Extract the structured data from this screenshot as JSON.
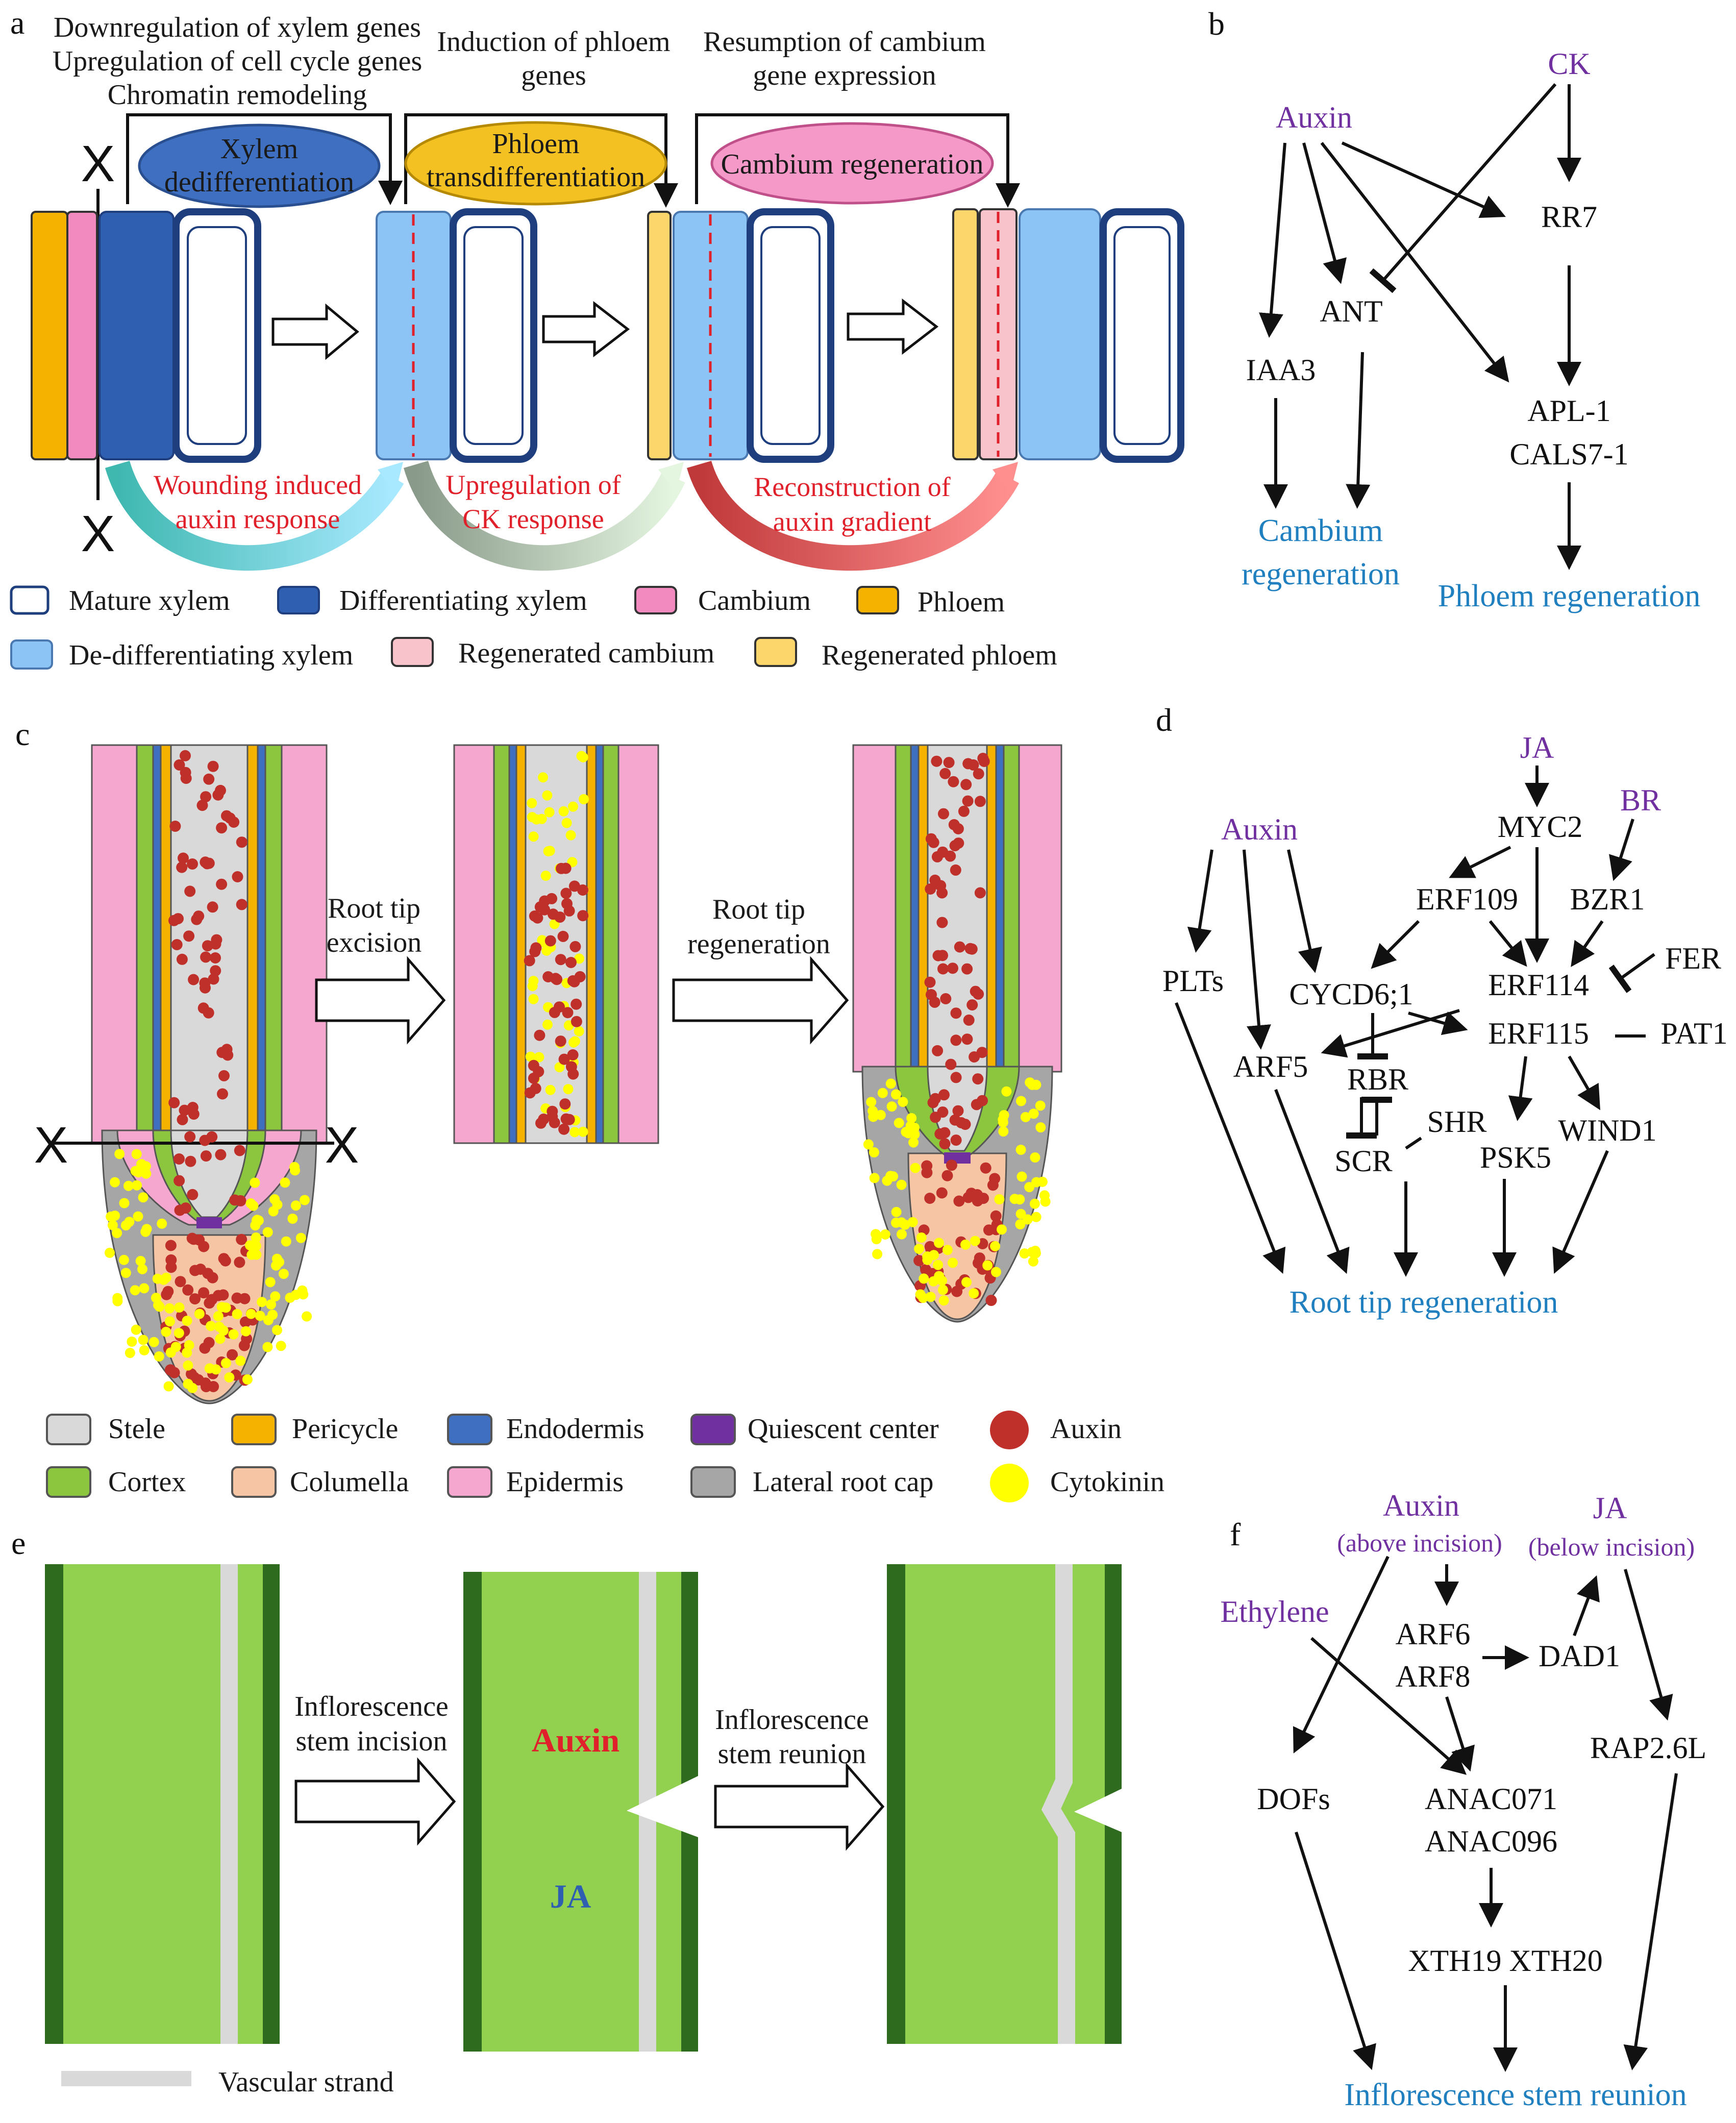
{
  "panels": {
    "a": "a",
    "b": "b",
    "c": "c",
    "d": "d",
    "e": "e",
    "f": "f"
  },
  "panel_a": {
    "cut_marks": [
      "X",
      "X"
    ],
    "header_left": [
      "Downregulation of xylem genes",
      "Upregulation of cell cycle genes",
      "Chromatin remodeling"
    ],
    "header_mid": [
      "Induction of phloem",
      "genes"
    ],
    "header_right": [
      "Resumption of cambium",
      "gene expression"
    ],
    "ellipses": {
      "xylem": {
        "lines": [
          "Xylem",
          "dedifferentiation"
        ],
        "color": "#3e6fc0"
      },
      "phloem": {
        "lines": [
          "Phloem",
          "transdifferentiation"
        ],
        "color": "#f3c222"
      },
      "cambium": {
        "lines": [
          "Cambium regeneration"
        ],
        "color": "#f59ac8"
      }
    },
    "curves": {
      "left": [
        "Wounding induced",
        "auxin response"
      ],
      "mid": [
        "Upregulation of",
        "CK response"
      ],
      "right": [
        "Reconstruction of",
        "auxin gradient"
      ]
    },
    "legend": [
      {
        "label": "Mature xylem",
        "color": "#ffffff"
      },
      {
        "label": "Differentiating xylem",
        "color": "#2f5fb0"
      },
      {
        "label": "Cambium",
        "color": "#f28ac0"
      },
      {
        "label": "Phloem",
        "color": "#f5b300"
      },
      {
        "label": "De-differentiating xylem",
        "color": "#8cc4f5"
      },
      {
        "label": "Regenerated cambium",
        "color": "#f9c3cc"
      },
      {
        "label": "Regenerated phloem",
        "color": "#fcd66a"
      }
    ]
  },
  "panel_b": {
    "auxin": "Auxin",
    "ck": "CK",
    "rr7": "RR7",
    "ant": "ANT",
    "iaa3": "IAA3",
    "apl": "APL-1",
    "cals": "CALS7-1",
    "cambium_reg": [
      "Cambium",
      "regeneration"
    ],
    "phloem_reg": "Phloem regeneration"
  },
  "panel_c": {
    "cut_marks": [
      "X",
      "X"
    ],
    "arrow1": [
      "Root tip",
      "excision"
    ],
    "arrow2": [
      "Root tip",
      "regeneration"
    ],
    "legend": [
      {
        "label": "Stele",
        "color": "#d9d9d9",
        "shape": "rect"
      },
      {
        "label": "Pericycle",
        "color": "#f5b300",
        "shape": "rect"
      },
      {
        "label": "Endodermis",
        "color": "#3e6fc0",
        "shape": "rect"
      },
      {
        "label": "Quiescent center",
        "color": "#7030a0",
        "shape": "rect"
      },
      {
        "label": "Auxin",
        "color": "#c0302a",
        "shape": "circle"
      },
      {
        "label": "Cortex",
        "color": "#8cc63f",
        "shape": "rect"
      },
      {
        "label": "Columella",
        "color": "#f6c6a4",
        "shape": "rect"
      },
      {
        "label": "Epidermis",
        "color": "#f5a7cf",
        "shape": "rect"
      },
      {
        "label": "Lateral root cap",
        "color": "#a6a6a6",
        "shape": "rect"
      },
      {
        "label": "Cytokinin",
        "color": "#ffff00",
        "shape": "circle"
      }
    ]
  },
  "panel_d": {
    "ja": "JA",
    "br": "BR",
    "auxin": "Auxin",
    "myc2": "MYC2",
    "erf109": "ERF109",
    "bzr1": "BZR1",
    "plts": "PLTs",
    "cycd": "CYCD6;1",
    "erf114": "ERF114",
    "fer": "FER",
    "erf115": "ERF115",
    "pat1": "PAT1",
    "arf5": "ARF5",
    "rbr": "RBR",
    "shr": "SHR",
    "wind1": "WIND1",
    "scr": "SCR",
    "psk5": "PSK5",
    "root_reg": "Root tip regeneration"
  },
  "panel_e": {
    "arrow1": [
      "Inflorescence",
      "stem incision"
    ],
    "arrow2": [
      "Inflorescence",
      "stem reunion"
    ],
    "auxin": "Auxin",
    "ja": "JA",
    "legend": "Vascular strand"
  },
  "panel_f": {
    "auxin": "Auxin",
    "auxin_note": "(above incision)",
    "ja": "JA",
    "ja_note": "(below incision)",
    "ethylene": "Ethylene",
    "arf6": "ARF6",
    "arf8": "ARF8",
    "dad1": "DAD1",
    "rap": "RAP2.6L",
    "dofs": "DOFs",
    "anac071": "ANAC071",
    "anac096": "ANAC096",
    "xth": "XTH19 XTH20",
    "stem_reunion": "Inflorescence stem reunion"
  },
  "colors": {
    "purple": "#7030a0",
    "blue": "#1f7fbf",
    "red": "#e0202a",
    "stem_green": "#92d050",
    "stem_dark": "#2e6b1f",
    "strand": "#d9d9d9"
  }
}
